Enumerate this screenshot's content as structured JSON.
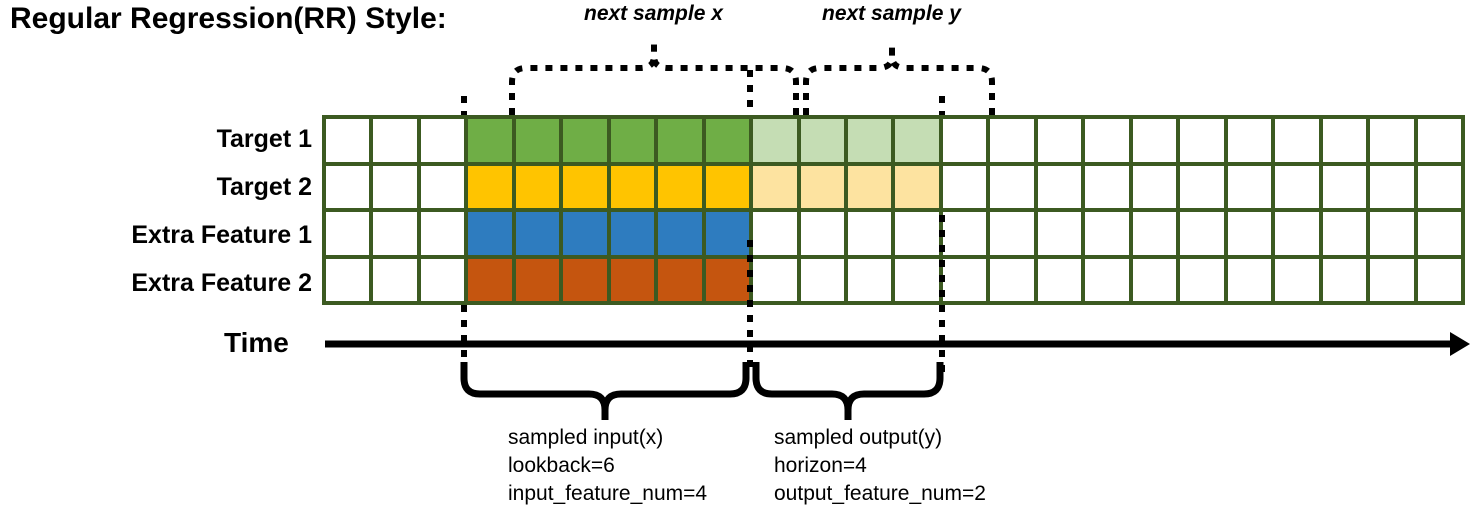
{
  "title": "Regular Regression(RR) Style:",
  "axis": {
    "time_label": "Time"
  },
  "rows": [
    {
      "label": "Target 1",
      "key": "target-1"
    },
    {
      "label": "Target 2",
      "key": "target-2"
    },
    {
      "label": "Extra Feature 1",
      "key": "extra-feature-1"
    },
    {
      "label": "Extra Feature 2",
      "key": "extra-feature-2"
    }
  ],
  "grid": {
    "columns": 24,
    "rows": 4,
    "border_color": "#3c5a21",
    "empty_color": "#ffffff",
    "input_start_col": 3,
    "input_span": 6,
    "output_start_col": 9,
    "output_span": 4,
    "cells": [
      [
        "empty",
        "empty",
        "empty",
        "green",
        "green",
        "green",
        "green",
        "green",
        "green",
        "greenlight",
        "greenlight",
        "greenlight",
        "greenlight",
        "empty",
        "empty",
        "empty",
        "empty",
        "empty",
        "empty",
        "empty",
        "empty",
        "empty",
        "empty",
        "empty"
      ],
      [
        "empty",
        "empty",
        "empty",
        "yellow",
        "yellow",
        "yellow",
        "yellow",
        "yellow",
        "yellow",
        "yellowlight",
        "yellowlight",
        "yellowlight",
        "yellowlight",
        "empty",
        "empty",
        "empty",
        "empty",
        "empty",
        "empty",
        "empty",
        "empty",
        "empty",
        "empty",
        "empty"
      ],
      [
        "empty",
        "empty",
        "empty",
        "blue",
        "blue",
        "blue",
        "blue",
        "blue",
        "blue",
        "empty",
        "empty",
        "empty",
        "empty",
        "empty",
        "empty",
        "empty",
        "empty",
        "empty",
        "empty",
        "empty",
        "empty",
        "empty",
        "empty",
        "empty"
      ],
      [
        "empty",
        "empty",
        "empty",
        "orange",
        "orange",
        "orange",
        "orange",
        "orange",
        "orange",
        "empty",
        "empty",
        "empty",
        "empty",
        "empty",
        "empty",
        "empty",
        "empty",
        "empty",
        "empty",
        "empty",
        "empty",
        "empty",
        "empty",
        "empty"
      ]
    ]
  },
  "palette": {
    "green": "#6fae46",
    "green_light": "#c5ddb4",
    "yellow": "#ffc400",
    "yellow_light": "#fde3a0",
    "blue": "#2e7cbf",
    "orange": "#c5550f",
    "grid_border": "#3c5a21",
    "ink": "#000000"
  },
  "annotations": {
    "top_left": {
      "text": "next sample x"
    },
    "top_right": {
      "text": "next sample y"
    },
    "bottom_left": {
      "line1": "sampled input(x)",
      "line2": "lookback=6",
      "line3": "input_feature_num=4"
    },
    "bottom_right": {
      "line1": "sampled output(y)",
      "line2": "horizon=4",
      "line3": "output_feature_num=2"
    }
  }
}
